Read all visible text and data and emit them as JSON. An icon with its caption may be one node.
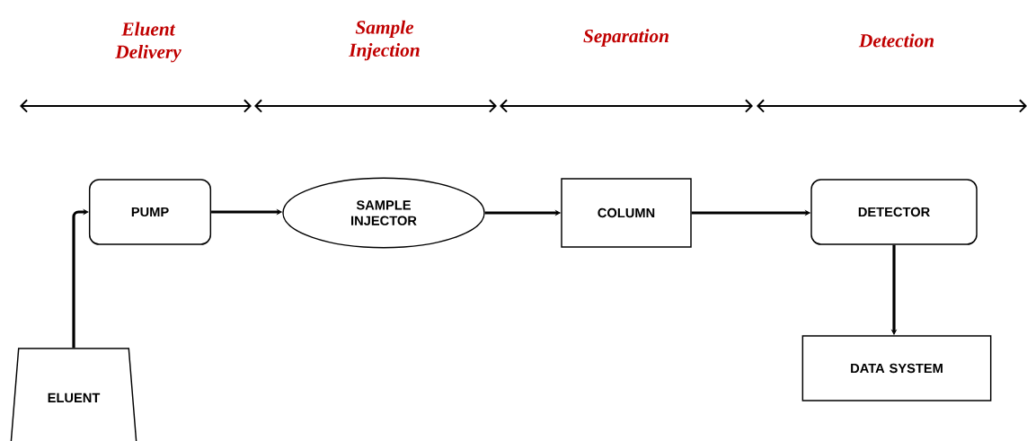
{
  "diagram": {
    "nodes": [
      {
        "text": [
          "PUMP"
        ]
      },
      {
        "text": [
          "SAMPLE INJECTOR"
        ]
      },
      {
        "text": [
          "COLUMN"
        ]
      },
      {
        "text": [
          "DETECTOR"
        ]
      },
      {
        "text": [
          "DATA SYSTEM"
        ]
      },
      {
        "text": [
          "ELUENT"
        ]
      }
    ],
    "edges": [
      {
        "from": 5,
        "to": 0,
        "arrow": "to"
      },
      {
        "from": 0,
        "to": 1,
        "arrow": "to"
      },
      {
        "from": 1,
        "to": 2,
        "arrow": "to"
      },
      {
        "from": 2,
        "to": 3,
        "arrow": "to"
      },
      {
        "from": 3,
        "to": 4,
        "arrow": "to"
      }
    ],
    "labels": [
      "Eluent Delivery",
      "Sample Injection",
      "Separation",
      "Detection"
    ]
  }
}
